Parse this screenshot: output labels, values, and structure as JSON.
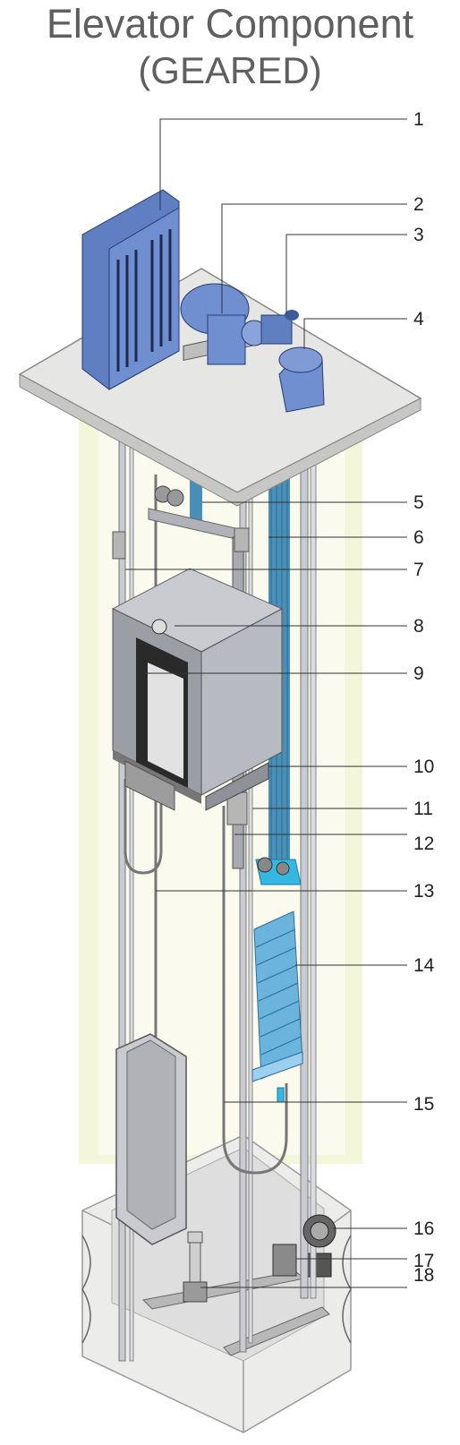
{
  "title": {
    "line1": "Elevator Component",
    "line2": "(GEARED)"
  },
  "colors": {
    "shaft_glow": "#f3f6d8",
    "steel": "#c9cbd0",
    "steel_dark": "#8e9197",
    "blue_cabinet": "#5f7fc2",
    "rope_blue": "#4a8fb8",
    "weight_blue": "#6ab4dd",
    "cyan": "#33b7e3",
    "slab": "#e6e6e4",
    "pit": "#ececea"
  },
  "callouts": [
    {
      "label": "1"
    },
    {
      "label": "2"
    },
    {
      "label": "3"
    },
    {
      "label": "4"
    },
    {
      "label": "5"
    },
    {
      "label": "6"
    },
    {
      "label": "7"
    },
    {
      "label": "8"
    },
    {
      "label": "9"
    },
    {
      "label": "10"
    },
    {
      "label": "11"
    },
    {
      "label": "12"
    },
    {
      "label": "13"
    },
    {
      "label": "14"
    },
    {
      "label": "15"
    },
    {
      "label": "16"
    },
    {
      "label": "17"
    },
    {
      "label": "18"
    }
  ]
}
